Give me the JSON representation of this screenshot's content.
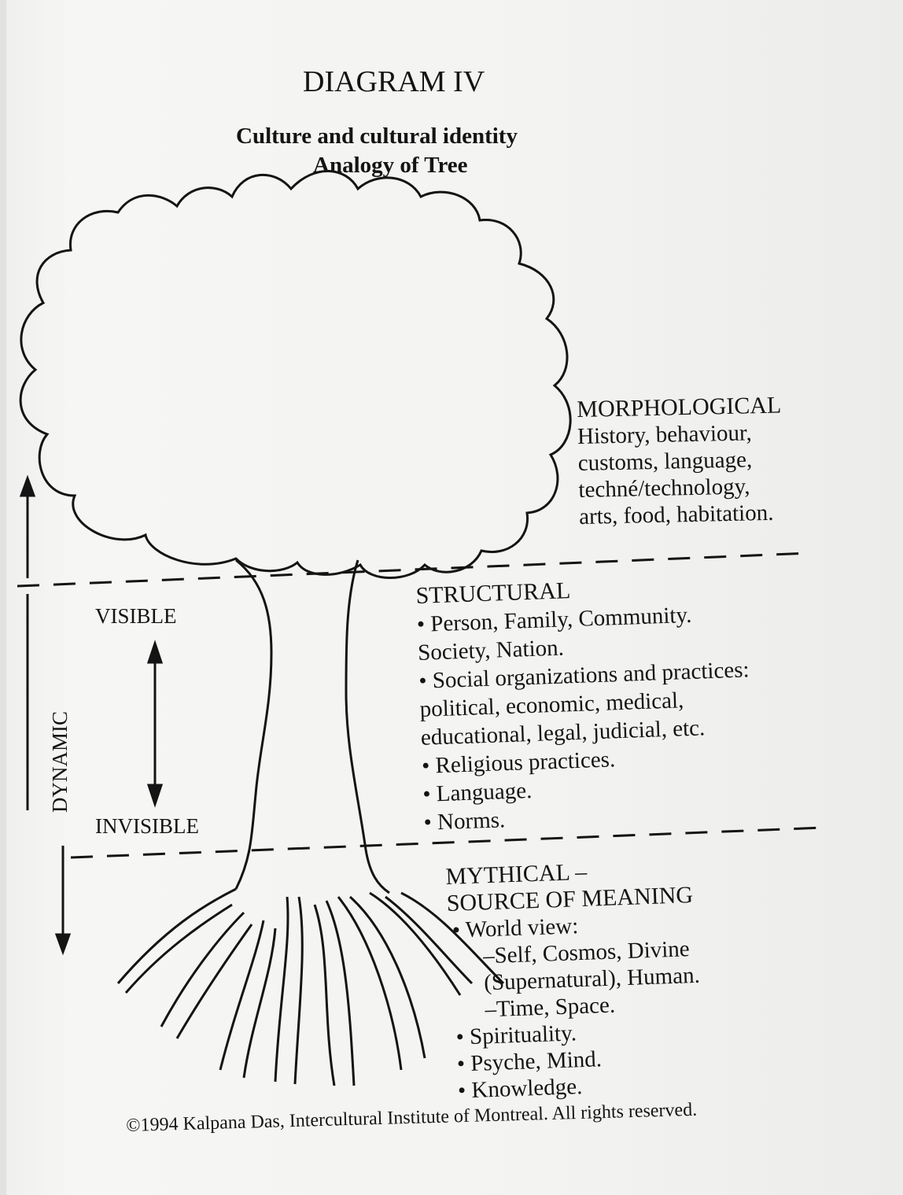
{
  "title": "DIAGRAM IV",
  "subtitle_line1": "Culture and cultural identity",
  "subtitle_line2": "Analogy of Tree",
  "side_labels": {
    "visible": "VISIBLE",
    "invisible": "INVISIBLE",
    "dynamic": "DYNAMIC"
  },
  "morphological": {
    "heading": "MORPHOLOGICAL",
    "lines": [
      "History, behaviour,",
      "customs, language,",
      "techné/technology,",
      "arts, food, habitation."
    ]
  },
  "structural": {
    "heading": "STRUCTURAL",
    "items": [
      "Person, Family, Community.",
      "Society, Nation.",
      "Social organizations and practices:",
      "political, economic, medical,",
      "educational, legal, judicial, etc.",
      "Religious practices.",
      "Language.",
      "Norms."
    ]
  },
  "mythical": {
    "heading_line1": "MYTHICAL –",
    "heading_line2": "SOURCE OF MEANING",
    "items": [
      "World view:",
      "–Self, Cosmos, Divine",
      "(Supernatural), Human.",
      "–Time, Space.",
      "Spirituality.",
      "Psyche, Mind.",
      "Knowledge."
    ]
  },
  "copyright": "©1994 Kalpana Das, Intercultural Institute of Montreal. All rights reserved."
}
